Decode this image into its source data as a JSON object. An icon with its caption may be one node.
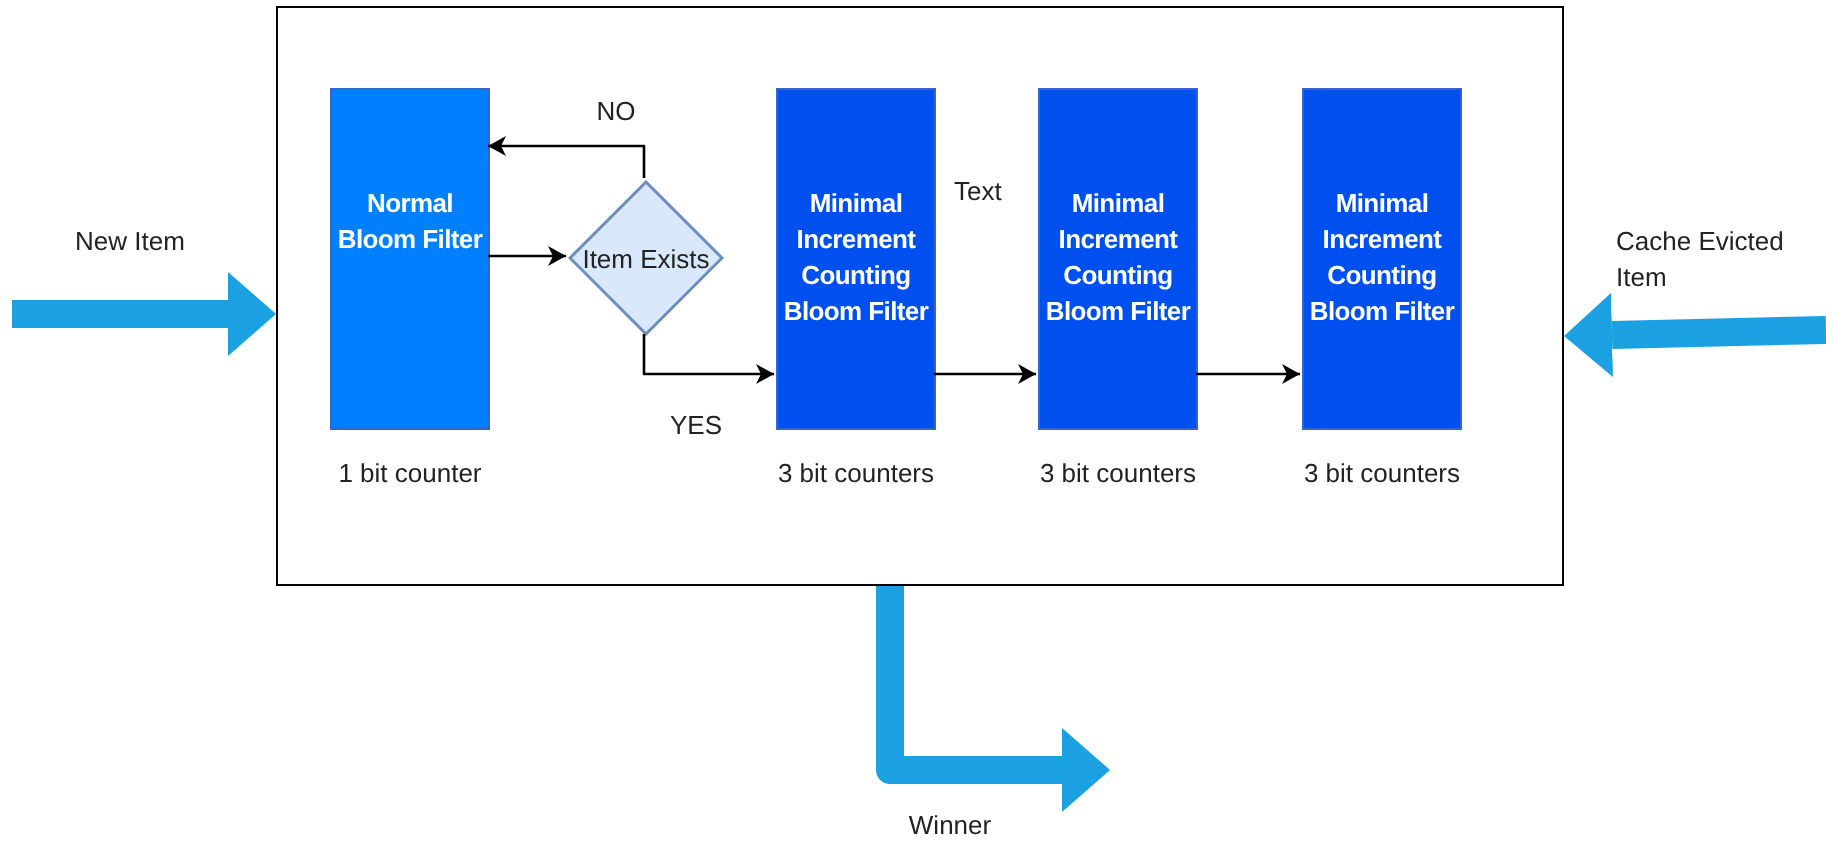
{
  "diagram": {
    "nodes": [
      {
        "text": [],
        "shape": "box"
      },
      {
        "text": [
          "Normal Bloom Filter"
        ],
        "beside": [
          "1 bit counter"
        ],
        "in": 0
      },
      {
        "text": [
          "Item Exists"
        ],
        "in": 0
      },
      {
        "text": [
          "Minimal Increment Counting Bloom Filter"
        ],
        "beside": [
          "3 bit counters"
        ],
        "in": 0
      },
      {
        "text": [
          "Minimal Increment Counting Bloom Filter"
        ],
        "beside": [
          "3 bit counters"
        ],
        "in": 0
      },
      {
        "text": [
          "Minimal Increment Counting Bloom Filter"
        ],
        "beside": [
          "3 bit counters"
        ],
        "in": 0
      }
    ],
    "edges": [
      {
        "from": null,
        "to": 0,
        "arrow": "to",
        "label": "New Item",
        "style": "thick",
        "color": "#1ba1e2"
      },
      {
        "from": 1,
        "to": 2,
        "arrow": "to"
      },
      {
        "from": 2,
        "to": 1,
        "arrow": "to",
        "label": "NO"
      },
      {
        "from": 2,
        "to": 3,
        "arrow": "to",
        "label": "YES"
      },
      {
        "from": 3,
        "to": 4,
        "arrow": "to"
      },
      {
        "from": 4,
        "to": 5,
        "arrow": "to"
      },
      {
        "from": null,
        "to": 0,
        "arrow": "to",
        "label": "Cache Evicted Item",
        "style": "thick",
        "color": "#1ba1e2"
      },
      {
        "from": 0,
        "to": null,
        "arrow": "to",
        "label": "Winner",
        "style": "thick",
        "color": "#1ba1e2"
      }
    ],
    "labels": [
      "Text"
    ]
  }
}
